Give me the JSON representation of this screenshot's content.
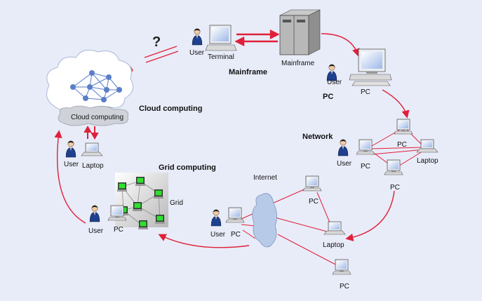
{
  "question_mark": "?",
  "labels": {
    "user": "User",
    "terminal": "Terminal",
    "mainframe_device": "Mainframe",
    "mainframe_title": "Mainframe",
    "pc": "PC",
    "pc_title": "PC",
    "network_title": "Network",
    "laptop": "Laptop",
    "internet": "Internet",
    "grid_title": "Grid computing",
    "grid": "Grid",
    "cloud_title": "Cloud computing",
    "cloud_banner": "Cloud computing"
  },
  "colors": {
    "background": "#e8ecf8",
    "arrow": "#e0203a",
    "network_link": "#e0203a",
    "cloud_node": "#5a7ec8",
    "grid_screen": "#2fe02f",
    "cloud": "#ffffff"
  }
}
